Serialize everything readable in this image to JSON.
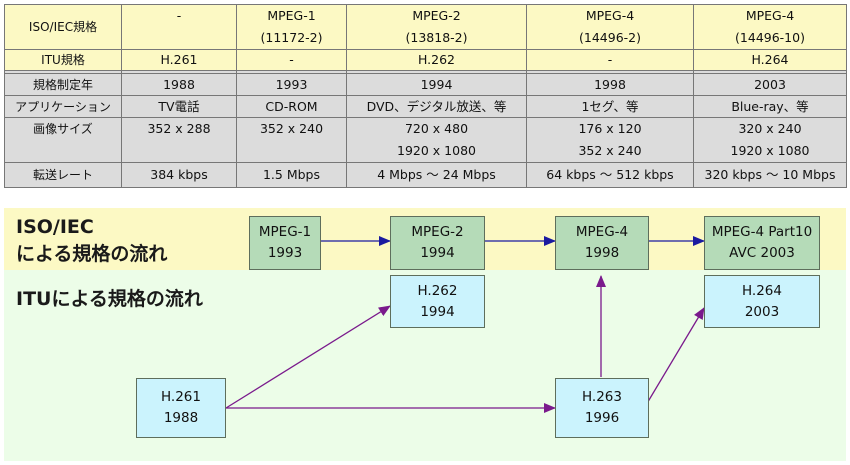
{
  "table": {
    "header": {
      "label": "ISO/IEC規格",
      "cols": [
        [
          "-"
        ],
        [
          "MPEG-1",
          "(11172-2)"
        ],
        [
          "MPEG-2",
          "(13818-2)"
        ],
        [
          "MPEG-4",
          "(14496-2)"
        ],
        [
          "MPEG-4",
          "(14496-10)"
        ]
      ]
    },
    "itu": {
      "label": "ITU規格",
      "cols": [
        "H.261",
        "-",
        "H.262",
        "-",
        "H.264"
      ]
    },
    "rows": [
      {
        "label": "規格制定年",
        "cols": [
          [
            "1988"
          ],
          [
            "1993"
          ],
          [
            "1994"
          ],
          [
            "1998"
          ],
          [
            "2003"
          ]
        ]
      },
      {
        "label": "アプリケーション",
        "cols": [
          [
            "TV電話"
          ],
          [
            "CD-ROM"
          ],
          [
            "DVD、デジタル放送、等"
          ],
          [
            "1セグ、等"
          ],
          [
            "Blue-ray、等"
          ]
        ]
      },
      {
        "label": "画像サイズ",
        "cols": [
          [
            "352 x 288"
          ],
          [
            "352 x 240"
          ],
          [
            "720 x 480",
            "1920 x 1080"
          ],
          [
            "176 x 120",
            "352 x 240"
          ],
          [
            "320 x 240",
            "1920 x 1080"
          ]
        ]
      },
      {
        "label": "転送レート",
        "cols": [
          [
            "384 kbps"
          ],
          [
            "1.5 Mbps"
          ],
          [
            "4 Mbps 〜 24 Mbps"
          ],
          [
            "64 kbps 〜 512 kbps"
          ],
          [
            "320 kbps 〜 10 Mbps"
          ]
        ]
      }
    ]
  },
  "diagram": {
    "iso_title": [
      "ISO/IEC",
      "による規格の流れ"
    ],
    "itu_title": "ITUによる規格の流れ",
    "nodes": {
      "mpeg1": [
        "MPEG-1",
        "1993"
      ],
      "mpeg2": [
        "MPEG-2",
        "1994"
      ],
      "mpeg4": [
        "MPEG-4",
        "1998"
      ],
      "mpeg4p10": [
        "MPEG-4 Part10",
        "AVC 2003"
      ],
      "h262": [
        "H.262",
        "1994"
      ],
      "h264": [
        "H.264",
        "2003"
      ],
      "h261": [
        "H.261",
        "1988"
      ],
      "h263": [
        "H.263",
        "1996"
      ]
    },
    "colors": {
      "iso_band": "#fcf9c4",
      "itu_band": "#ecfde8",
      "mpeg_node": "#b5dbb8",
      "h26x_node": "#cbf3fd",
      "iso_arrow": "#1a1aa0",
      "itu_arrow": "#7a1a8c"
    }
  }
}
